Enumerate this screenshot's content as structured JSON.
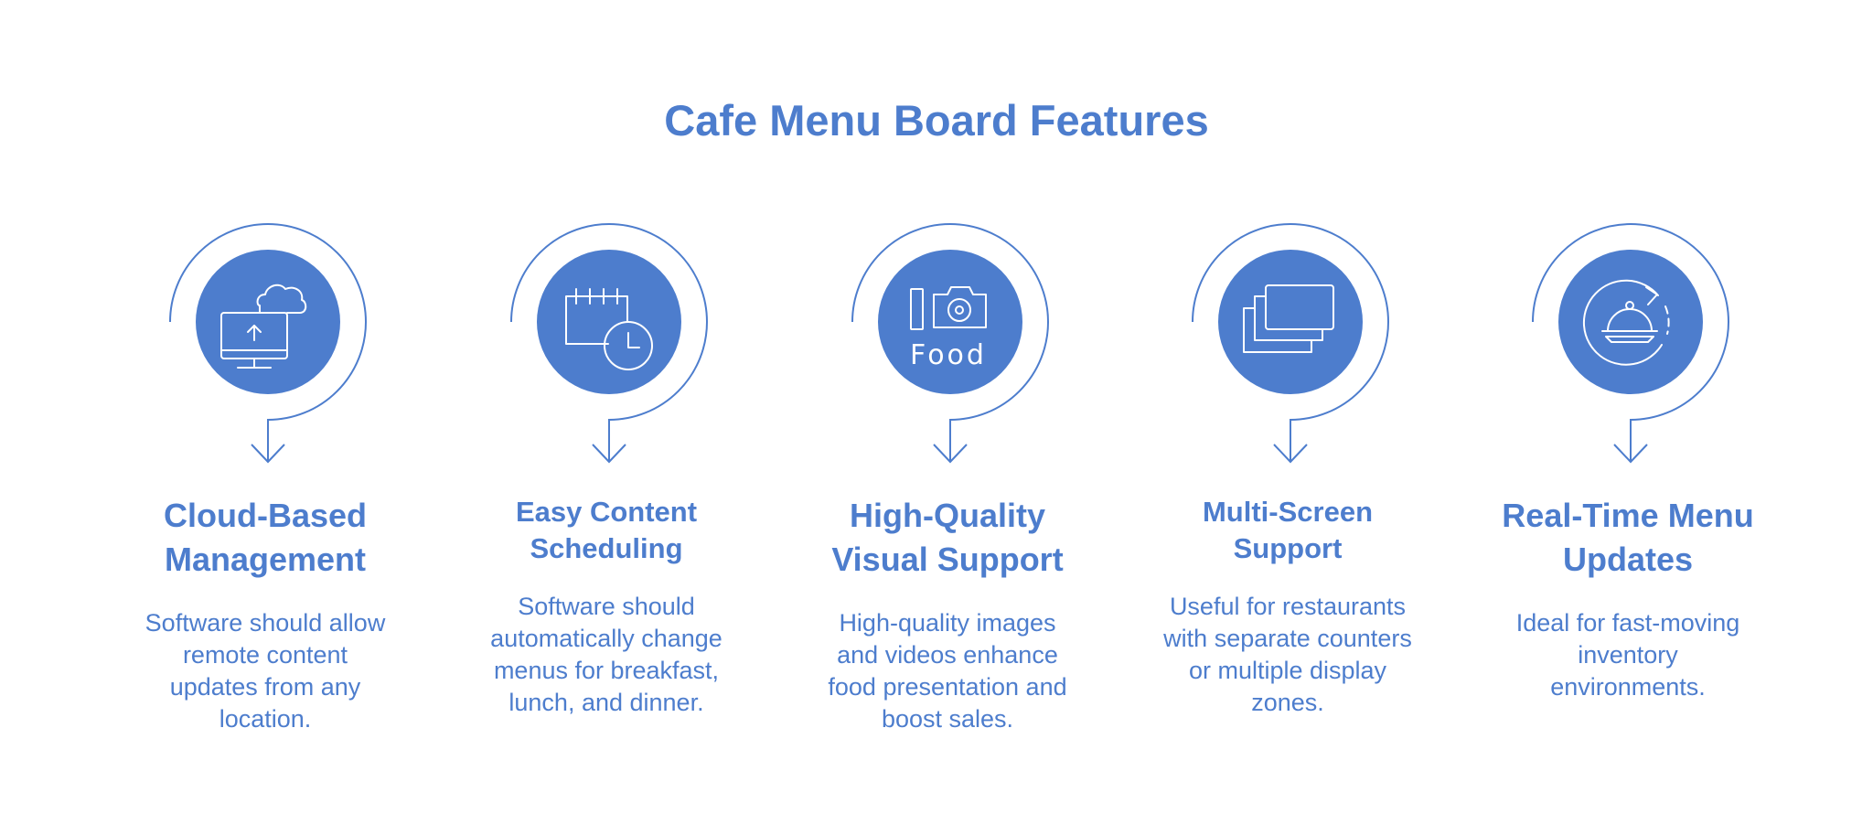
{
  "title": "Cafe Menu Board Features",
  "colors": {
    "accent": "#4d7dcd",
    "icon_line": "#ffffff",
    "background": "#ffffff"
  },
  "features": [
    {
      "title_line1": "Cloud-Based",
      "title_line2": "Management",
      "desc_lines": [
        "Software should allow",
        "remote content",
        "updates from any",
        "location."
      ],
      "icon": "cloud-monitor-icon"
    },
    {
      "title_line1": "Easy Content",
      "title_line2": "Scheduling",
      "desc_lines": [
        "Software should",
        "automatically change",
        "menus for breakfast,",
        "lunch, and dinner."
      ],
      "icon": "calendar-clock-icon"
    },
    {
      "title_line1": "High-Quality",
      "title_line2": "Visual Support",
      "desc_lines": [
        "High-quality images",
        "and videos enhance",
        "food presentation and",
        "boost sales."
      ],
      "icon": "camera-food-icon",
      "icon_text": "Food"
    },
    {
      "title_line1": "Multi-Screen",
      "title_line2": "Support",
      "desc_lines": [
        "Useful for restaurants",
        "with separate counters",
        "or multiple display",
        "zones."
      ],
      "icon": "stacked-screens-icon"
    },
    {
      "title_line1": "Real-Time Menu",
      "title_line2": "Updates",
      "desc_lines": [
        "Ideal for fast-moving",
        "inventory",
        "environments."
      ],
      "icon": "cloche-refresh-icon"
    }
  ]
}
